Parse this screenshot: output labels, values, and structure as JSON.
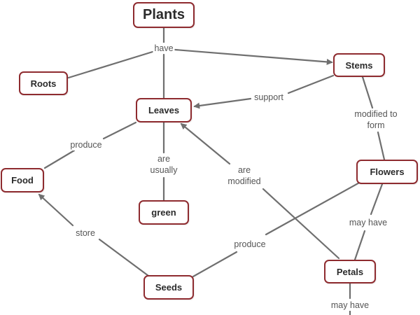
{
  "diagram": {
    "line_color": "#6f6f6f",
    "node_border_color": "#8e2b2f",
    "nodes": {
      "plants": "Plants",
      "roots": "Roots",
      "stems": "Stems",
      "leaves": "Leaves",
      "food": "Food",
      "green": "green",
      "flowers": "Flowers",
      "seeds": "Seeds",
      "petals": "Petals"
    },
    "labels": {
      "have": "have",
      "support": "support",
      "modified_to_form": [
        "modified to",
        "form"
      ],
      "produce_food": "produce",
      "are_usually": [
        "are",
        "usually"
      ],
      "are_modified": [
        "are",
        "modified"
      ],
      "store": "store",
      "produce_seeds": "produce",
      "may_have_petals": "may have",
      "may_have_bottom": "may have"
    }
  }
}
